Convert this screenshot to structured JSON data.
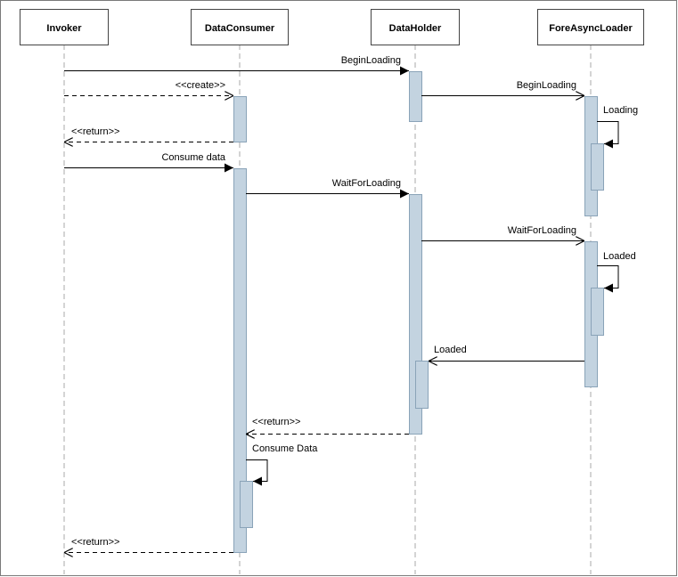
{
  "lifelines": [
    {
      "id": "invoker",
      "label": "Invoker"
    },
    {
      "id": "dataconsumer",
      "label": "DataConsumer"
    },
    {
      "id": "dataholder",
      "label": "DataHolder"
    },
    {
      "id": "foreasyncloader",
      "label": "ForeAsyncLoader"
    }
  ],
  "messages": [
    {
      "id": "m1",
      "label": "BeginLoading"
    },
    {
      "id": "m2",
      "label": "<<create>>"
    },
    {
      "id": "m3",
      "label": "BeginLoading"
    },
    {
      "id": "m4",
      "label": "Loading"
    },
    {
      "id": "m5",
      "label": "<<return>>"
    },
    {
      "id": "m6",
      "label": "Consume data"
    },
    {
      "id": "m7",
      "label": "WaitForLoading"
    },
    {
      "id": "m8",
      "label": "WaitForLoading"
    },
    {
      "id": "m9",
      "label": "Loaded"
    },
    {
      "id": "m10",
      "label": "Loaded"
    },
    {
      "id": "m11",
      "label": "<<return>>"
    },
    {
      "id": "m12",
      "label": "Consume Data"
    },
    {
      "id": "m13",
      "label": "<<return>>"
    }
  ],
  "colors": {
    "activation_fill": "#c3d3e0",
    "activation_stroke": "#8aa3b8",
    "lifeline": "#aaaaaa",
    "message": "#000000"
  }
}
